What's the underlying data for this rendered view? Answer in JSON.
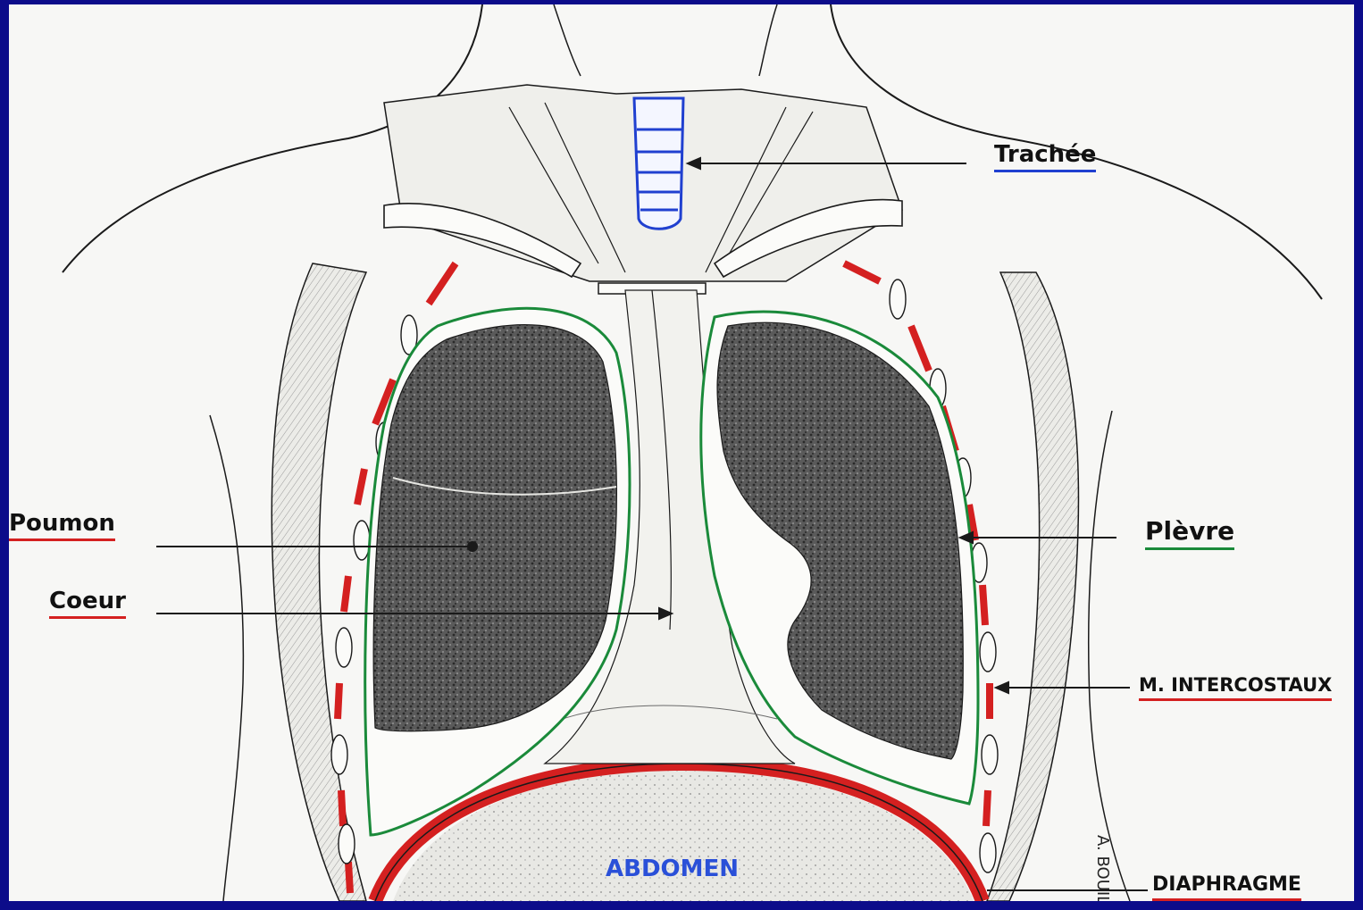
{
  "labels": {
    "trachea": "Trachée",
    "lung": "Poumon",
    "heart": "Coeur",
    "pleura": "Plèvre",
    "intercostal": "M. INTERCOSTAUX",
    "diaphragm": "DIAPHRAGME",
    "abdomen": "ABDOMEN",
    "signature": "A. BOUILLY"
  },
  "colors": {
    "frame": "#0c0c8a",
    "paper": "#f7f7f5",
    "ink": "#1a1a1a",
    "trachea": "#2040d0",
    "pleura": "#1a8a3a",
    "muscle_diaphragm": "#d42020",
    "lung_fill": "#4a4a4a",
    "label_underline_red": "#d42020",
    "label_underline_blue": "#2040d0",
    "label_underline_green": "#1a8a3a"
  }
}
